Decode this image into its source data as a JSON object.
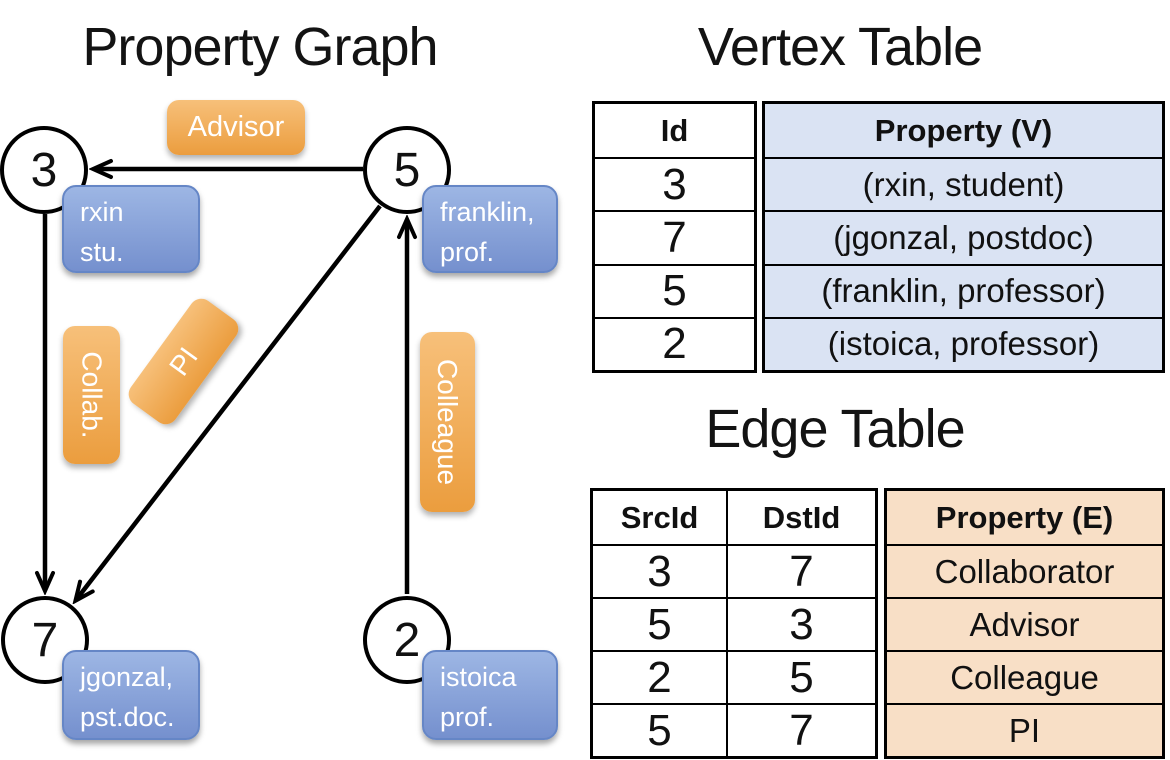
{
  "titles": {
    "graph": "Property Graph",
    "vertex_table": "Vertex Table",
    "edge_table": "Edge Table"
  },
  "graph": {
    "nodes": [
      {
        "id": "3",
        "line1": "rxin",
        "line2": "stu."
      },
      {
        "id": "5",
        "line1": "franklin,",
        "line2": "prof."
      },
      {
        "id": "7",
        "line1": "jgonzal,",
        "line2": "pst.doc."
      },
      {
        "id": "2",
        "line1": "istoica",
        "line2": "prof."
      }
    ],
    "edge_labels": {
      "advisor": "Advisor",
      "collab": "Collab.",
      "pi": "PI",
      "colleague": "Colleague"
    }
  },
  "vertex_table": {
    "headers": {
      "id": "Id",
      "property": "Property (V)"
    },
    "rows": [
      {
        "id": "3",
        "property": "(rxin, student)"
      },
      {
        "id": "7",
        "property": "(jgonzal, postdoc)"
      },
      {
        "id": "5",
        "property": "(franklin, professor)"
      },
      {
        "id": "2",
        "property": "(istoica, professor)"
      }
    ]
  },
  "edge_table": {
    "headers": {
      "src": "SrcId",
      "dst": "DstId",
      "property": "Property (E)"
    },
    "rows": [
      {
        "src": "3",
        "dst": "7",
        "property": "Collaborator"
      },
      {
        "src": "5",
        "dst": "3",
        "property": "Advisor"
      },
      {
        "src": "2",
        "dst": "5",
        "property": "Colleague"
      },
      {
        "src": "5",
        "dst": "7",
        "property": "PI"
      }
    ]
  },
  "colors": {
    "vertex_box_top": "#9db6e4",
    "vertex_box_bottom": "#7590ce",
    "vertex_box_border": "#6586c6",
    "edge_box_top": "#f7c07a",
    "edge_box_bottom": "#eb9d3e",
    "vertex_table_fill": "#dae3f3",
    "edge_table_fill": "#f8dfc6",
    "edge_line": "#000000"
  }
}
